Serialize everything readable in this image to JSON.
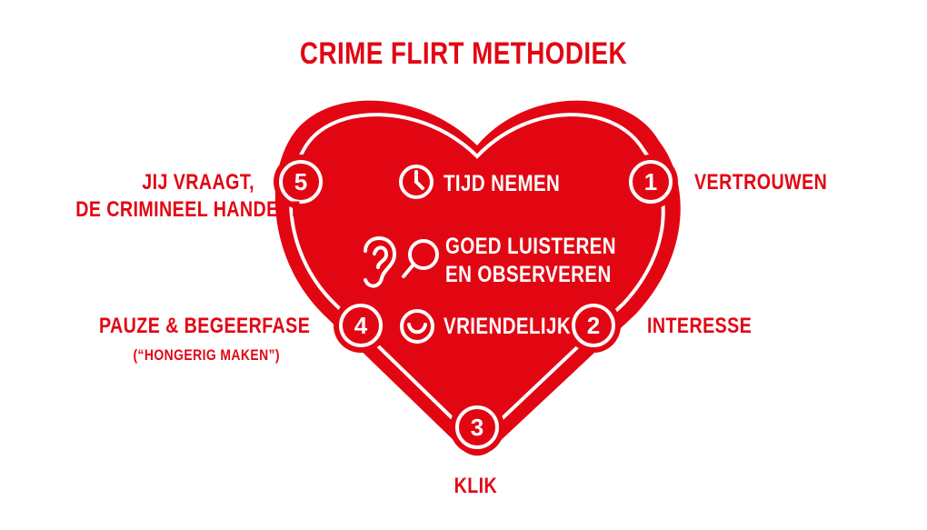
{
  "title": "CRIME FLIRT METHODIEK",
  "colors": {
    "accent": "#e20613",
    "inner_text": "#ffffff"
  },
  "steps": [
    {
      "number": "1",
      "label": "VERTROUWEN"
    },
    {
      "number": "2",
      "label": "INTERESSE"
    },
    {
      "number": "3",
      "label": "KLIK"
    },
    {
      "number": "4",
      "label": "PAUZE & BEGEERFASE",
      "sublabel": "(“HONGERIG MAKEN”)"
    },
    {
      "number": "5",
      "label_line1": "JIJ VRAAGT,",
      "label_line2": "DE CRIMINEEL HANDELT"
    }
  ],
  "principles": [
    {
      "icon": "clock-icon",
      "text": "TIJD NEMEN"
    },
    {
      "icon": "ear-icon",
      "icon2": "magnifier-icon",
      "line1": "GOED LUISTEREN",
      "line2": "EN OBSERVEREN"
    },
    {
      "icon": "smile-icon",
      "text": "VRIENDELIJK"
    }
  ]
}
